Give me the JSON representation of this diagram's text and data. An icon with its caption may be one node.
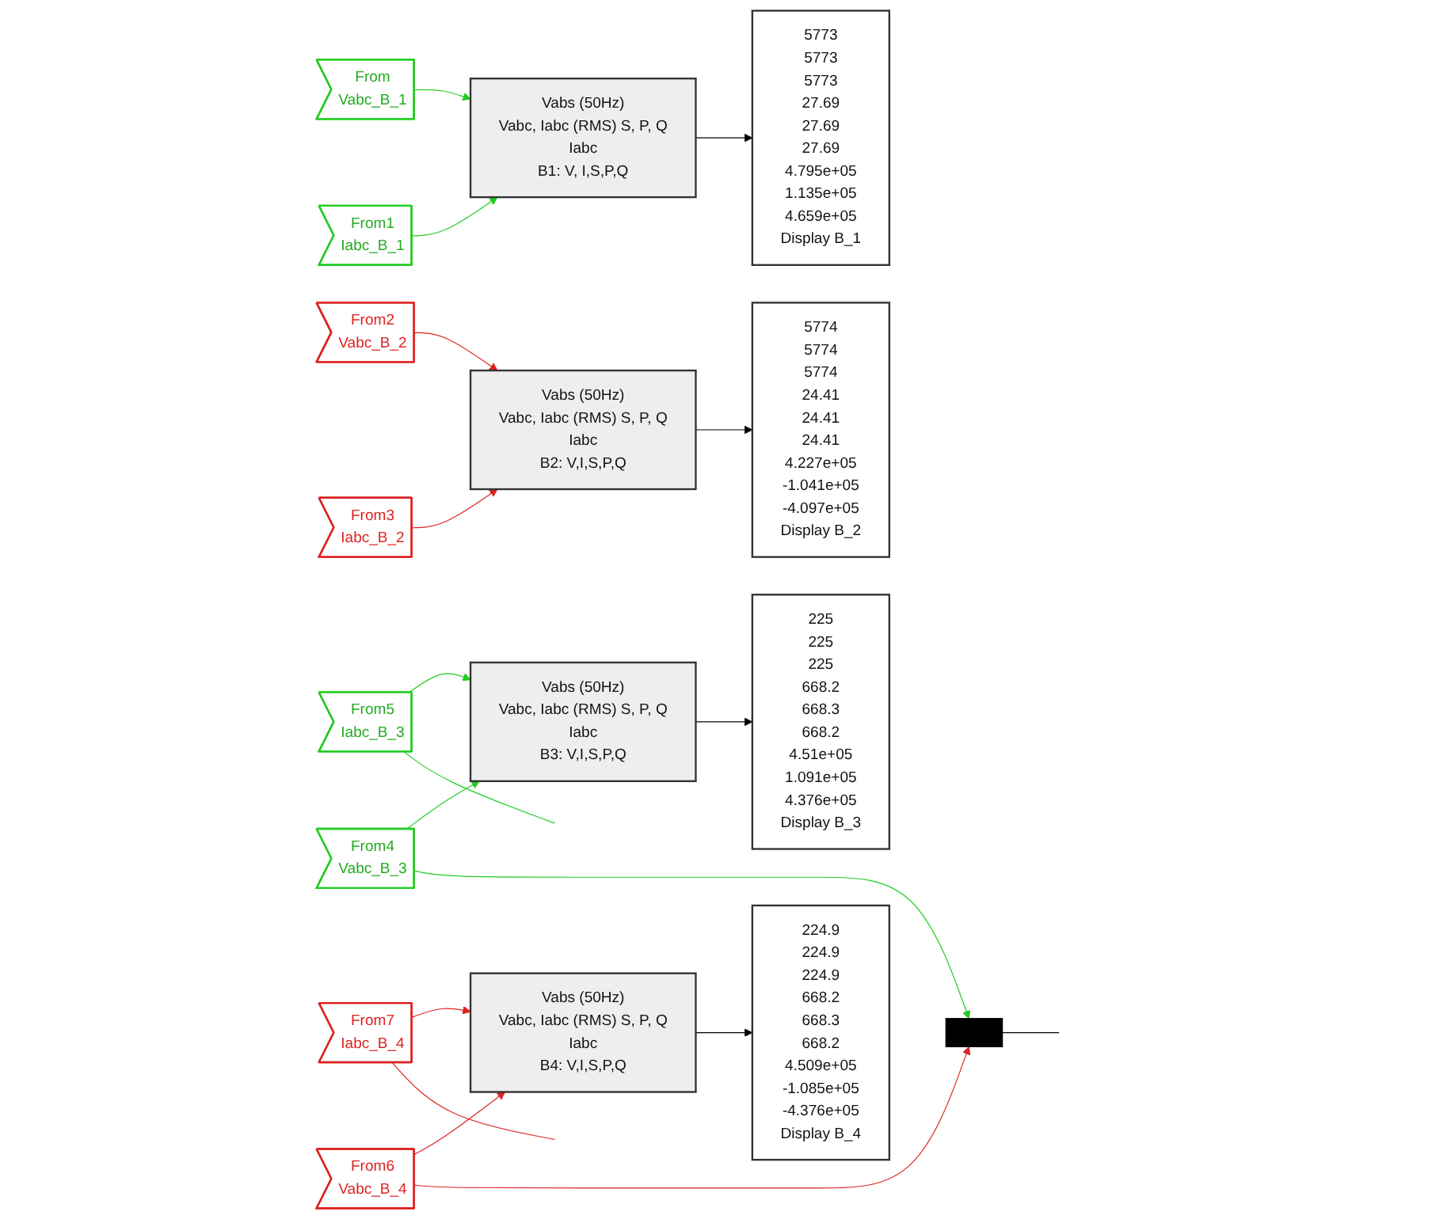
{
  "diagram": {
    "nodes": [
      {
        "text": [
          "From",
          "Vabc_B_1"
        ]
      },
      {
        "text": [
          "From1",
          "Iabc_B_1"
        ]
      },
      {
        "text": [
          "Vabs (50Hz)",
          "Vabc, Iabc (RMS) S, P, Q",
          "Iabc",
          "B1: V, I,S,P,Q"
        ]
      },
      {
        "text": [
          "5773",
          "5773",
          "5773",
          "27.69",
          "27.69",
          "27.69",
          "4.795e+05",
          "1.135e+05",
          "4.659e+05",
          "Display B_1"
        ]
      },
      {
        "text": [
          "From2",
          "Vabc_B_2"
        ]
      },
      {
        "text": [
          "From3",
          "Iabc_B_2"
        ]
      },
      {
        "text": [
          "Vabs (50Hz)",
          "Vabc, Iabc (RMS) S, P, Q",
          "Iabc",
          "B2: V,I,S,P,Q"
        ]
      },
      {
        "text": [
          "5774",
          "5774",
          "5774",
          "24.41",
          "24.41",
          "24.41",
          "4.227e+05",
          "-1.041e+05",
          "-4.097e+05",
          "Display B_2"
        ]
      },
      {
        "text": [
          "From4",
          "Vabc_B_3"
        ]
      },
      {
        "text": [
          "From5",
          "Iabc_B_3"
        ]
      },
      {
        "text": [
          "Vabs (50Hz)",
          "Vabc, Iabc (RMS) S, P, Q",
          "Iabc",
          "B3: V,I,S,P,Q"
        ]
      },
      {
        "text": [
          "225",
          "225",
          "225",
          "668.2",
          "668.3",
          "668.2",
          "4.51e+05",
          "1.091e+05",
          "4.376e+05",
          "Display B_3"
        ]
      },
      {
        "text": [
          "From6",
          "Vabc_B_4"
        ]
      },
      {
        "text": [
          "From7",
          "Iabc_B_4"
        ]
      },
      {
        "text": [
          "Vabs (50Hz)",
          "Vabc, Iabc (RMS) S, P, Q",
          "Iabc",
          "B4: V,I,S,P,Q"
        ]
      },
      {
        "text": [
          "224.9",
          "224.9",
          "224.9",
          "668.2",
          "668.3",
          "668.2",
          "4.509e+05",
          "-1.085e+05",
          "-4.376e+05",
          "Display B_4"
        ]
      },
      {
        "text": [],
        "shape": "bar"
      }
    ],
    "edges": [
      {
        "from": 0,
        "to": 2,
        "arrow": "to",
        "color": "#22cc22"
      },
      {
        "from": 1,
        "to": 2,
        "arrow": "to",
        "color": "#22cc22"
      },
      {
        "from": 2,
        "to": 3,
        "arrow": "to",
        "color": "#000000"
      },
      {
        "from": 4,
        "to": 6,
        "arrow": "to",
        "color": "#dd2222"
      },
      {
        "from": 5,
        "to": 6,
        "arrow": "to",
        "color": "#dd2222"
      },
      {
        "from": 6,
        "to": 7,
        "arrow": "to",
        "color": "#000000"
      },
      {
        "from": 8,
        "to": 10,
        "arrow": "to",
        "color": "#22cc22"
      },
      {
        "from": 8,
        "to": 16,
        "arrow": "to",
        "color": "#22cc22"
      },
      {
        "from": 9,
        "to": 10,
        "arrow": "to",
        "color": "#22cc22"
      },
      {
        "from": 9,
        "to": null,
        "arrow": "none",
        "color": "#22cc22"
      },
      {
        "from": 10,
        "to": 11,
        "arrow": "to",
        "color": "#000000"
      },
      {
        "from": 12,
        "to": 14,
        "arrow": "to",
        "color": "#dd2222"
      },
      {
        "from": 12,
        "to": 16,
        "arrow": "to",
        "color": "#dd2222"
      },
      {
        "from": 13,
        "to": 14,
        "arrow": "to",
        "color": "#dd2222"
      },
      {
        "from": 13,
        "to": null,
        "arrow": "none",
        "color": "#dd2222"
      },
      {
        "from": 14,
        "to": 15,
        "arrow": "to",
        "color": "#000000"
      },
      {
        "from": 16,
        "to": null,
        "arrow": "none",
        "color": "#000000"
      }
    ]
  }
}
